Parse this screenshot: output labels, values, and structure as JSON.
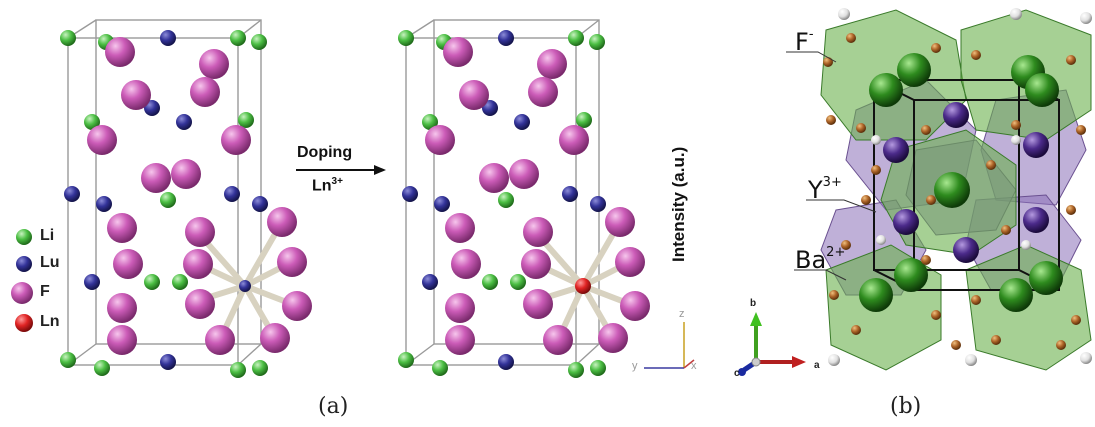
{
  "panel_a": {
    "legend": [
      {
        "label": "Li",
        "color": "#4cbf44"
      },
      {
        "label": "Lu",
        "color": "#333399"
      },
      {
        "label": "F",
        "color": "#cc5cb8"
      },
      {
        "label": "Ln",
        "color": "#e02424"
      }
    ],
    "arrow": {
      "line1": "Doping",
      "line2_base": "Ln",
      "line2_sup": "3+"
    },
    "side_label": "Intensity (a.u.)",
    "axis_labels": {
      "z": "z",
      "y": "y",
      "x": "x"
    },
    "caption": "(a)"
  },
  "panel_b": {
    "labels": [
      {
        "base": "F",
        "sup": "-"
      },
      {
        "base": "Y",
        "sup": "3+"
      },
      {
        "base": "Ba",
        "sup": "2+"
      }
    ],
    "axis_labels": {
      "b": "b",
      "a": "a",
      "c": "c"
    },
    "colors": {
      "ba": "#2e8b1e",
      "y": "#4b2a8a",
      "f": "#b0672a",
      "poly_green": "#6ab04c",
      "poly_purple": "#8a6fb8"
    },
    "caption": "(b)"
  }
}
